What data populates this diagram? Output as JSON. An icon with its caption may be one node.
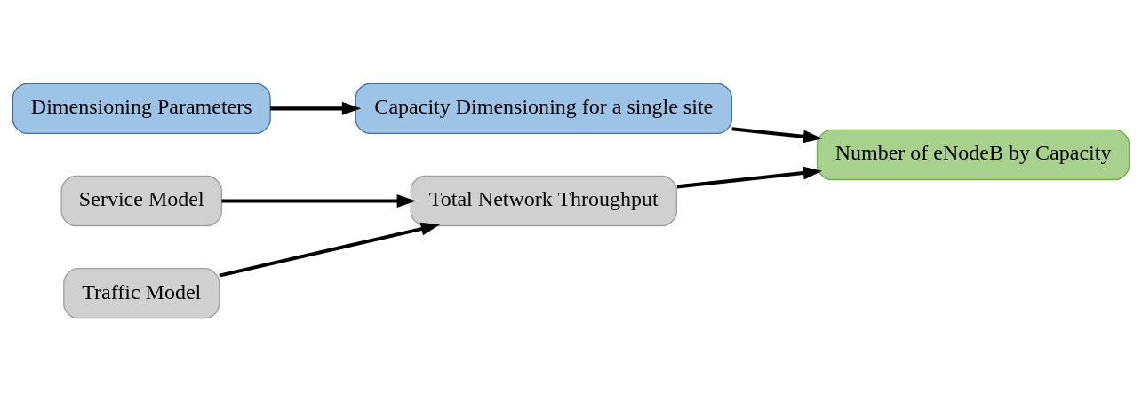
{
  "diagram": {
    "nodes": [
      {
        "text": [
          "Dimensioning Parameters"
        ]
      },
      {
        "text": [
          "Capacity Dimensioning for a single site"
        ]
      },
      {
        "text": [
          "Number of eNodeB by Capacity"
        ]
      },
      {
        "text": [
          "Service Model"
        ]
      },
      {
        "text": [
          "Traffic Model"
        ]
      },
      {
        "text": [
          "Total Network Throughput"
        ]
      }
    ],
    "edges": [
      {
        "from": 0,
        "to": 1,
        "arrow": "to"
      },
      {
        "from": 1,
        "to": 2,
        "arrow": "to"
      },
      {
        "from": 5,
        "to": 2,
        "arrow": "to"
      },
      {
        "from": 3,
        "to": 5,
        "arrow": "to"
      },
      {
        "from": 4,
        "to": 5,
        "arrow": "to"
      }
    ]
  }
}
